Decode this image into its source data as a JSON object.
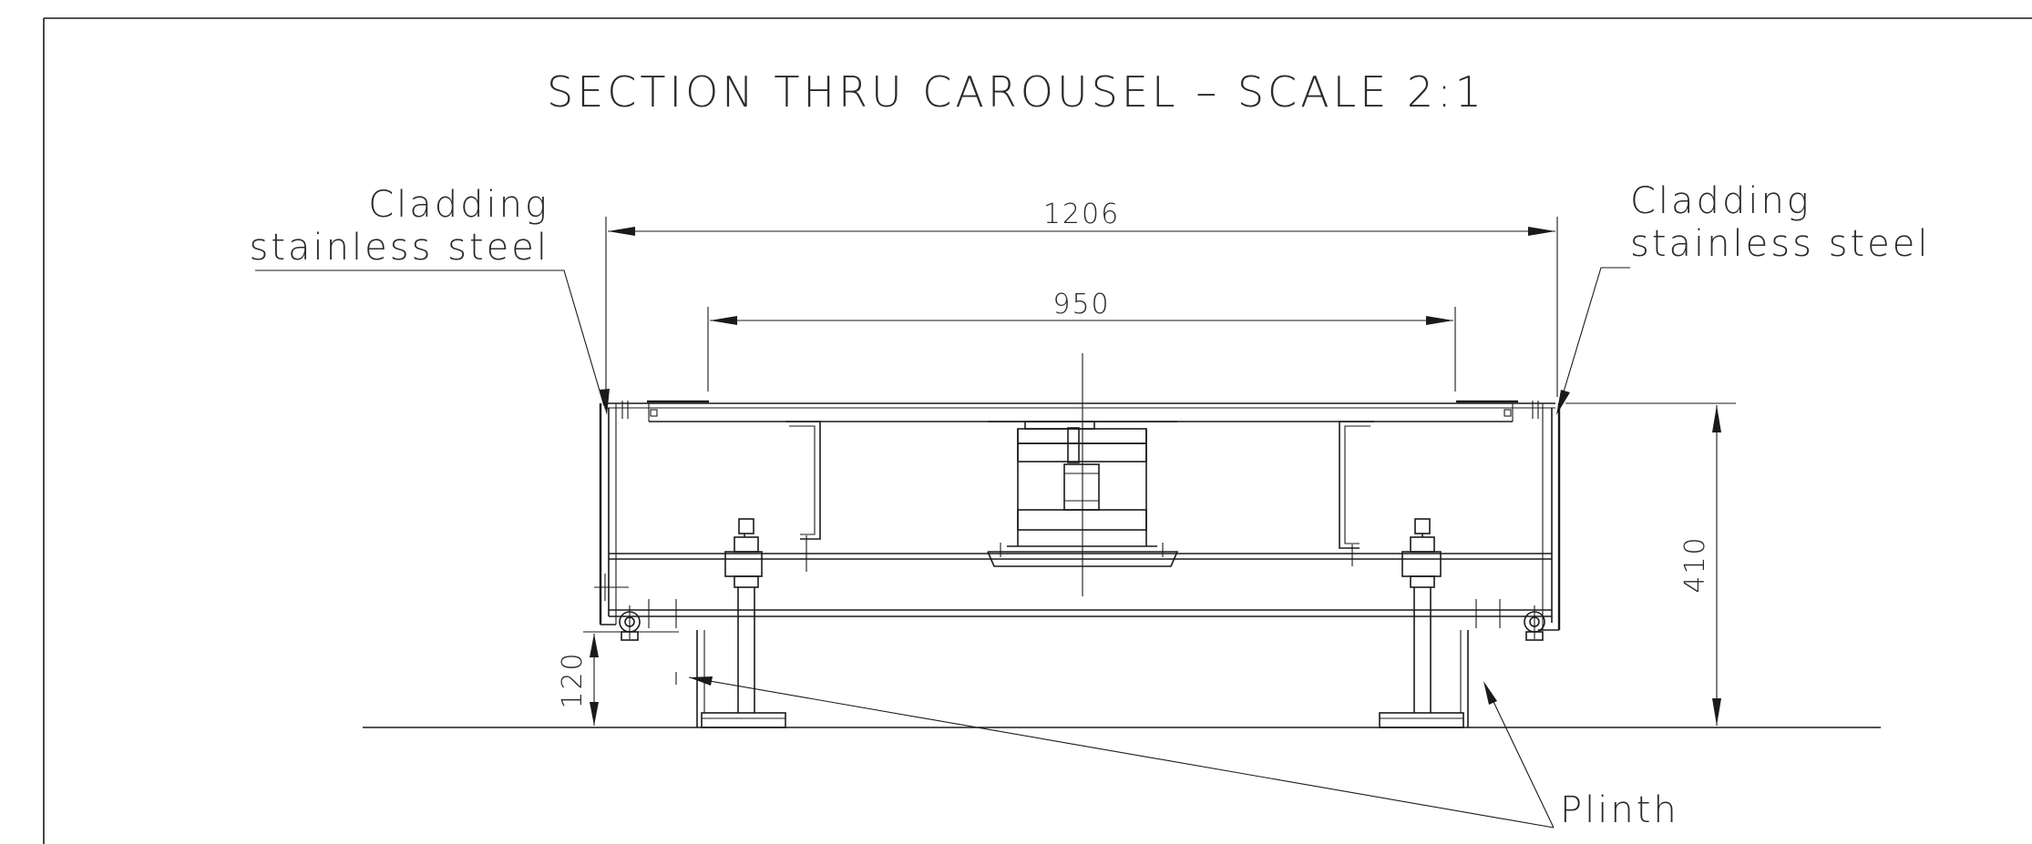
{
  "drawing": {
    "title": "SECTION THRU CAROUSEL – SCALE 2:1",
    "dimensions": {
      "overall_width": "1206",
      "inner_width": "950",
      "overall_height": "410",
      "plinth_height": "120"
    },
    "labels": {
      "cladding_left_line1": "Cladding",
      "cladding_left_line2": "stainless steel",
      "cladding_right_line1": "Cladding",
      "cladding_right_line2": "stainless steel",
      "plinth": "Plinth"
    }
  }
}
